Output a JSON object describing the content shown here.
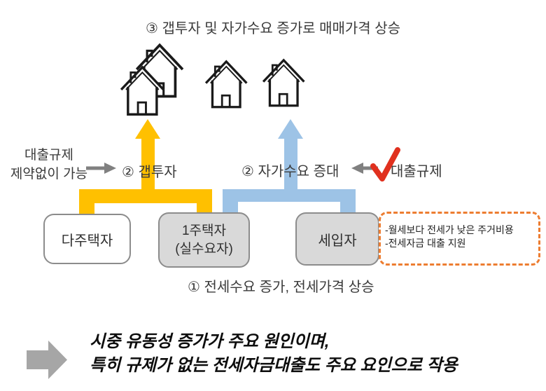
{
  "diagram": {
    "title_top": "③ 갭투자 및 자가수요 증가로 매매가격 상승",
    "left_note": {
      "line1": "대출규제",
      "line2": "제약없이 가능"
    },
    "label_gap_investor": "② 갭투자",
    "label_own_demand": "② 자가수요 증대",
    "label_loan_regulation": "대출규제",
    "boxes": {
      "multi_owner": "다주택자",
      "one_owner_line1": "1주택자",
      "one_owner_line2": "(실수요자)",
      "tenant": "세입자"
    },
    "note_box": {
      "line1": "-월세보다 전세가 낮은 주거비용",
      "line2": "-전세자금 대출 지원"
    },
    "label_jeonse_bottom": "① 전세수요 증가, 전세가격 상승",
    "conclusion": {
      "line1": "시중 유동성 증가가 주요 원인이며,",
      "line2": "특히 규제가 없는 전세자금대출도 주요 요인으로 작용"
    },
    "colors": {
      "yellow_arrow": "#FFC000",
      "blue_arrow": "#9DC3E6",
      "gray_box_fill": "#D9D9D9",
      "dashed_border_orange": "#ED7D31",
      "orange_check": "#ED7D31",
      "red_check": "#E0301E",
      "small_gray_arrow": "#808080",
      "block_arrow_gray": "#A6A6A6",
      "house_outline": "#1A1A1A"
    },
    "icons": [
      "house-icon",
      "check-icon",
      "right-arrow-icon",
      "left-arrow-icon",
      "block-arrow-icon"
    ]
  }
}
